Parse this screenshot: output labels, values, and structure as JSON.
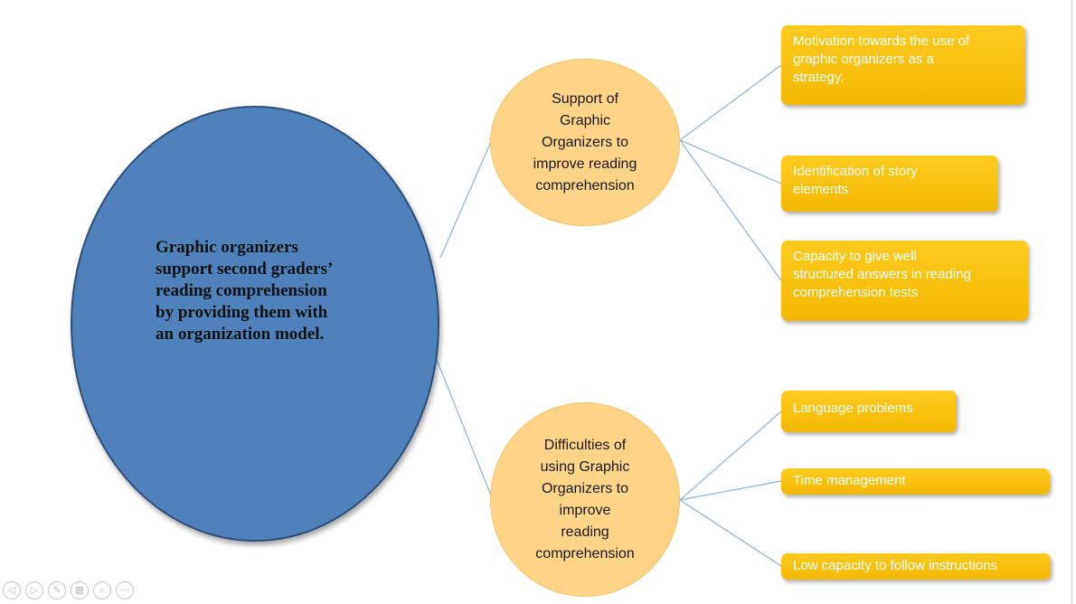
{
  "diagram": {
    "main_idea": "Graphic organizers\nsupport second graders’\nreading comprehension\nby providing them with\nan organization model.",
    "branches": [
      {
        "label": "Support of\nGraphic\nOrganizers to\nimprove reading\ncomprehension",
        "items": [
          "Motivation towards the use of\ngraphic organizers as a\nstrategy.",
          "Identification  of  story\nelements",
          "Capacity to give well\nstructured answers in reading\ncomprehension tests"
        ]
      },
      {
        "label": "Difficulties of\nusing Graphic\nOrganizers to\nimprove\nreading\ncomprehension",
        "items": [
          "Language problems",
          "Time management",
          "Low capacity to follow instructions"
        ]
      }
    ],
    "colors": {
      "main_circle": "#4f81bd",
      "branch_circle": "#ffd486",
      "leaf_box": "#f8c000",
      "connector": "#8db4d9"
    }
  },
  "slideshow_nav": {
    "icons": [
      "previous-slide-icon",
      "next-slide-icon",
      "pen-icon",
      "slides-grid-icon",
      "zoom-icon",
      "more-options-icon"
    ],
    "glyphs": [
      "◁",
      "▷",
      "✎",
      "▦",
      "⌕",
      "⋯"
    ]
  }
}
